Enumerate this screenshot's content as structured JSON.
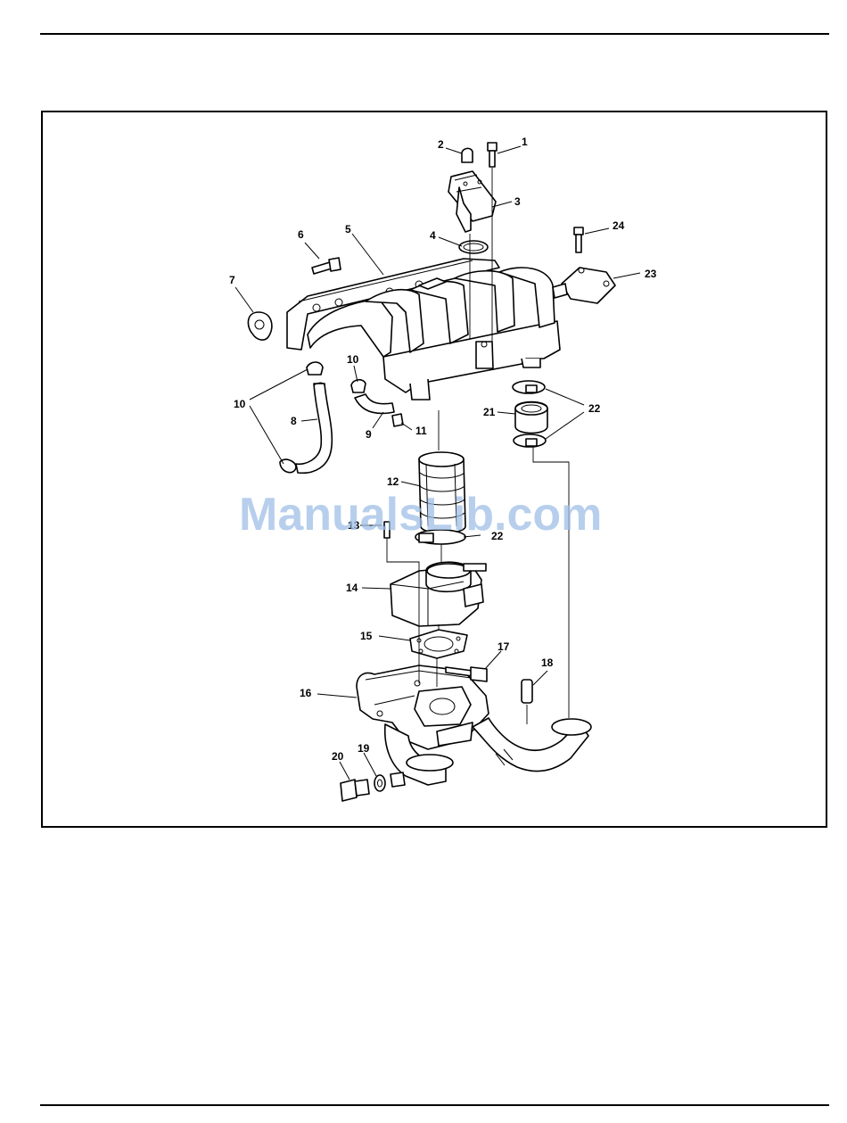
{
  "watermark": "ManualsLib.com",
  "callouts": [
    {
      "id": "1",
      "text": "1"
    },
    {
      "id": "2",
      "text": "2"
    },
    {
      "id": "3",
      "text": "3"
    },
    {
      "id": "4",
      "text": "4"
    },
    {
      "id": "5",
      "text": "5"
    },
    {
      "id": "6",
      "text": "6"
    },
    {
      "id": "7",
      "text": "7"
    },
    {
      "id": "8",
      "text": "8"
    },
    {
      "id": "9",
      "text": "9"
    },
    {
      "id": "10a",
      "text": "10"
    },
    {
      "id": "10b",
      "text": "10"
    },
    {
      "id": "11",
      "text": "11"
    },
    {
      "id": "12",
      "text": "12"
    },
    {
      "id": "13",
      "text": "13"
    },
    {
      "id": "14",
      "text": "14"
    },
    {
      "id": "15",
      "text": "15"
    },
    {
      "id": "16",
      "text": "16"
    },
    {
      "id": "17",
      "text": "17"
    },
    {
      "id": "18",
      "text": "18"
    },
    {
      "id": "19",
      "text": "19"
    },
    {
      "id": "20",
      "text": "20"
    },
    {
      "id": "21",
      "text": "21"
    },
    {
      "id": "22a",
      "text": "22"
    },
    {
      "id": "22b",
      "text": "22"
    },
    {
      "id": "23",
      "text": "23"
    },
    {
      "id": "24",
      "text": "24"
    }
  ]
}
